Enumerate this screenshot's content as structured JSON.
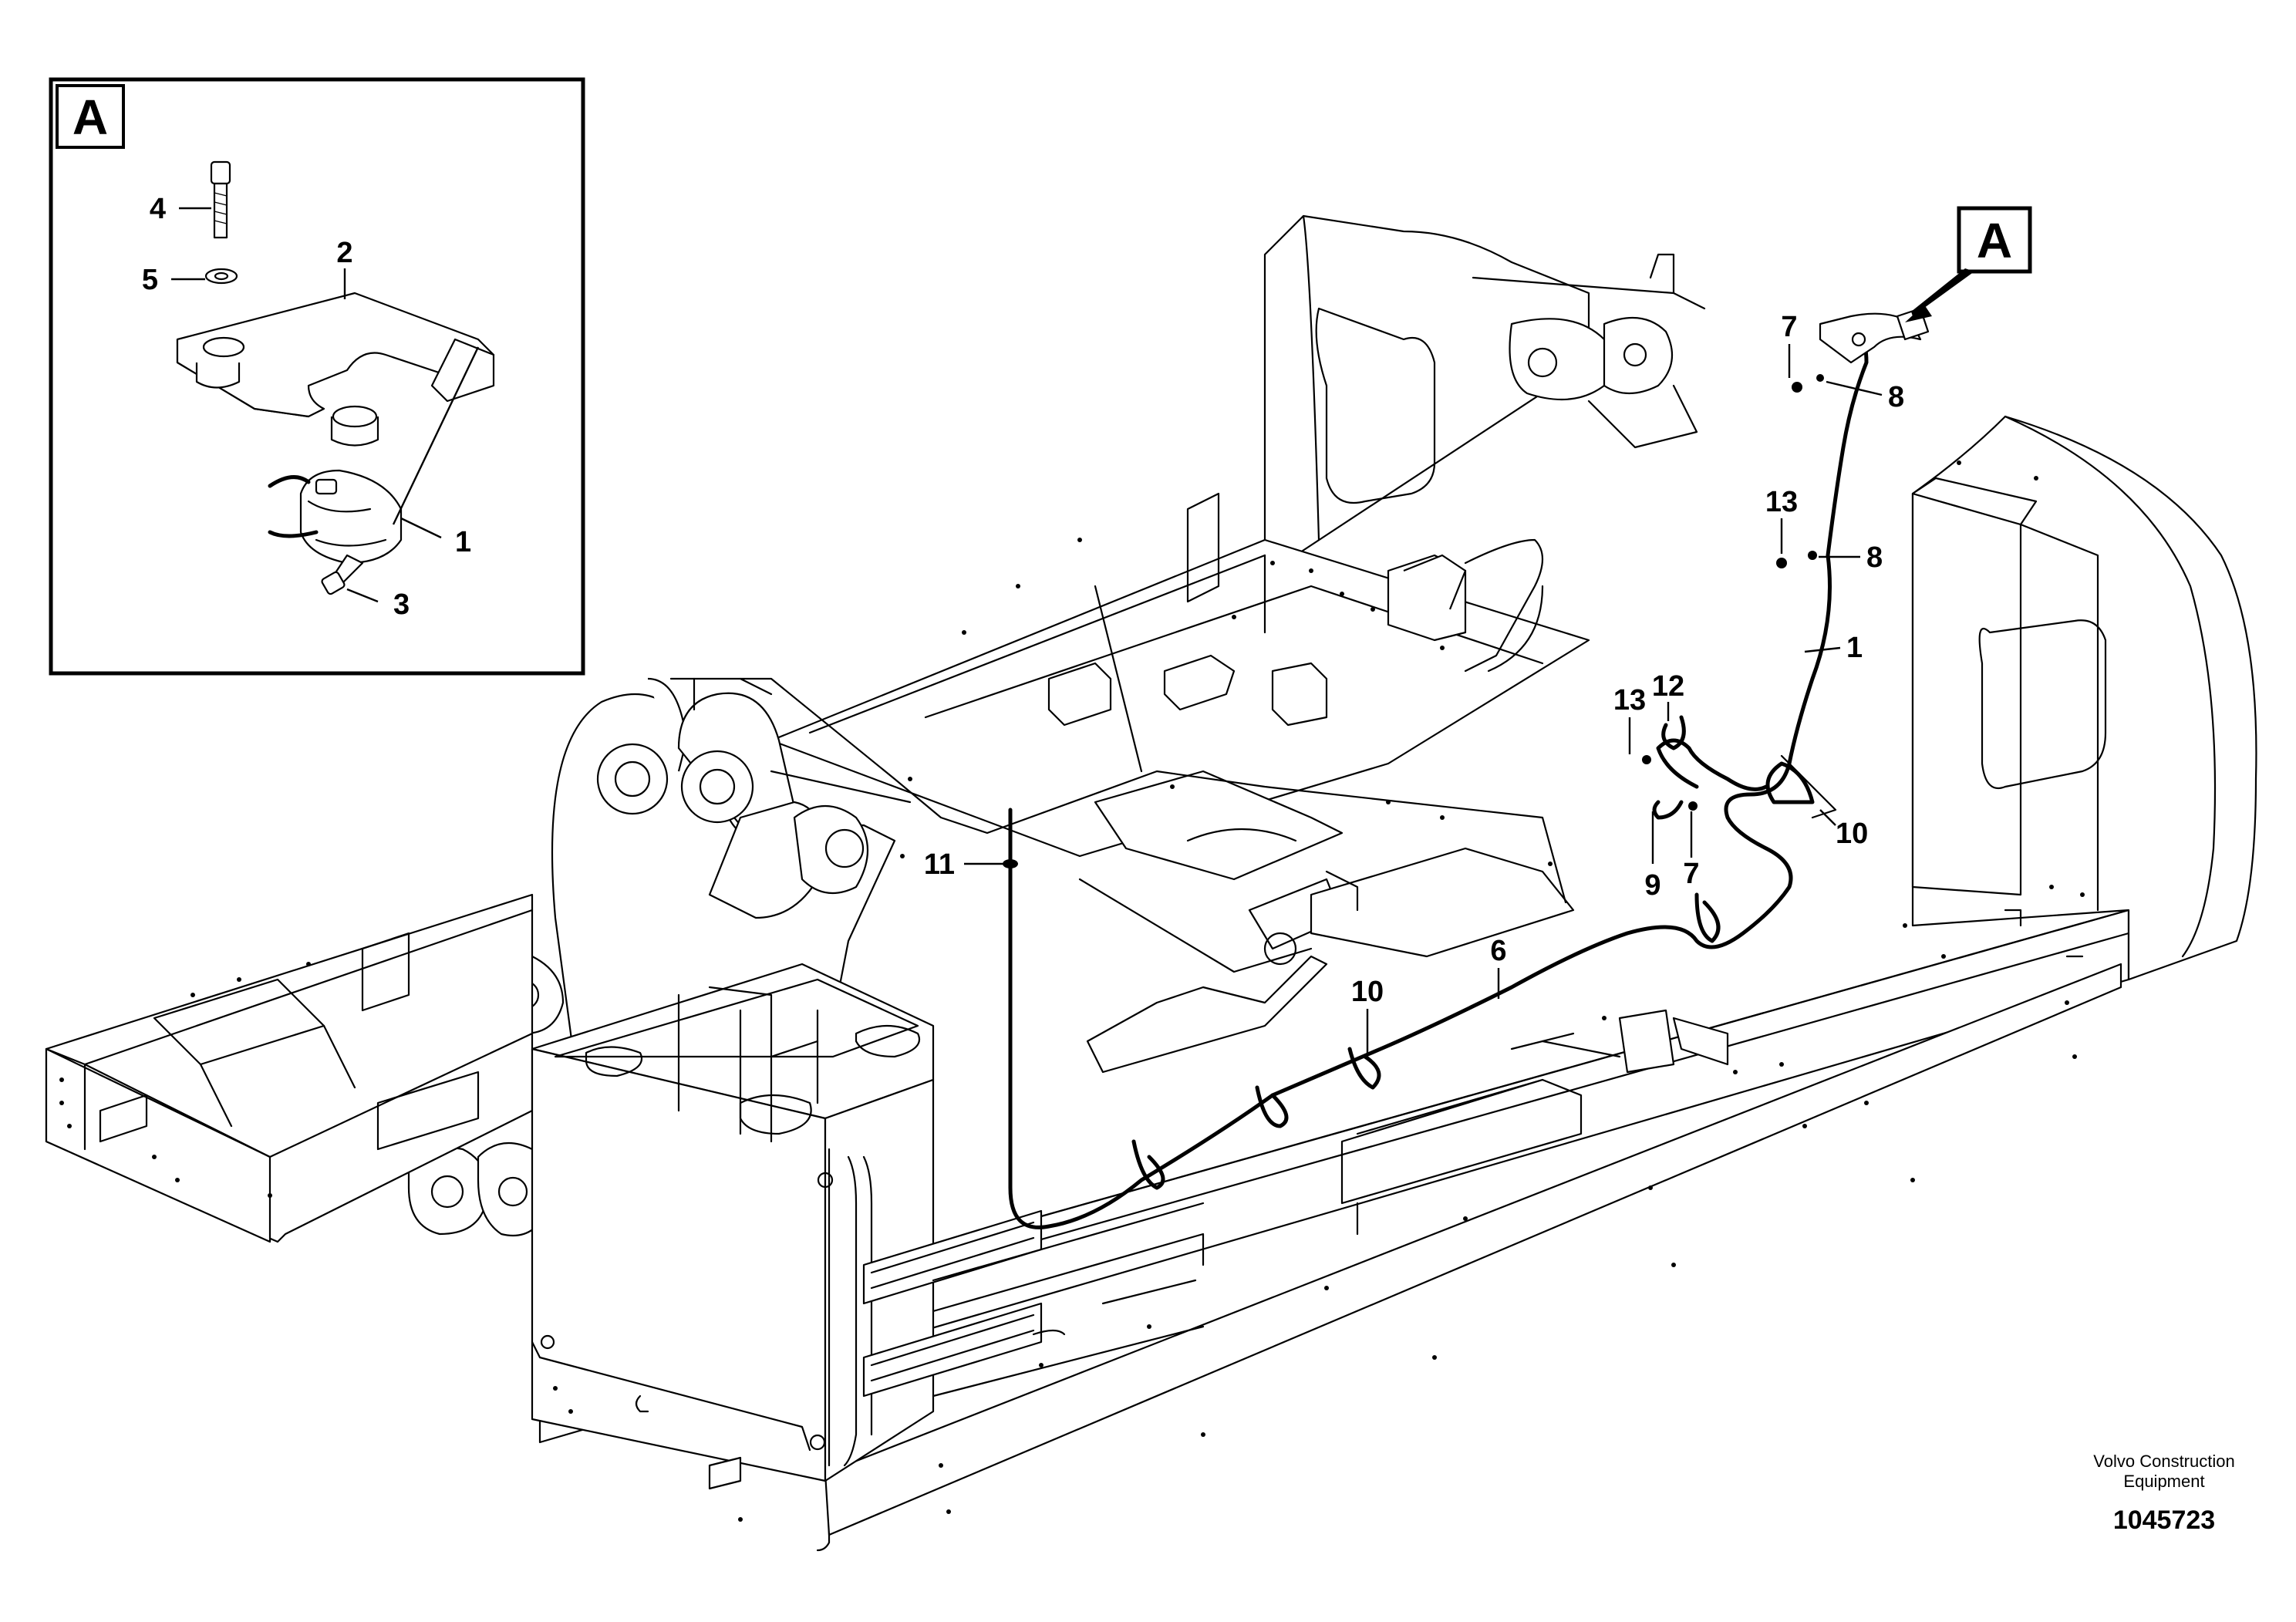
{
  "detail_view": {
    "label": "A",
    "callouts": [
      "4",
      "5",
      "2",
      "1",
      "3"
    ]
  },
  "main_view": {
    "view_marker": "A",
    "callouts": [
      "7",
      "8",
      "13",
      "8",
      "1",
      "13",
      "12",
      "10",
      "9",
      "7",
      "6",
      "11",
      "10"
    ]
  },
  "footer": {
    "company_line1": "Volvo Construction",
    "company_line2": "Equipment",
    "drawing_number": "1045723"
  }
}
